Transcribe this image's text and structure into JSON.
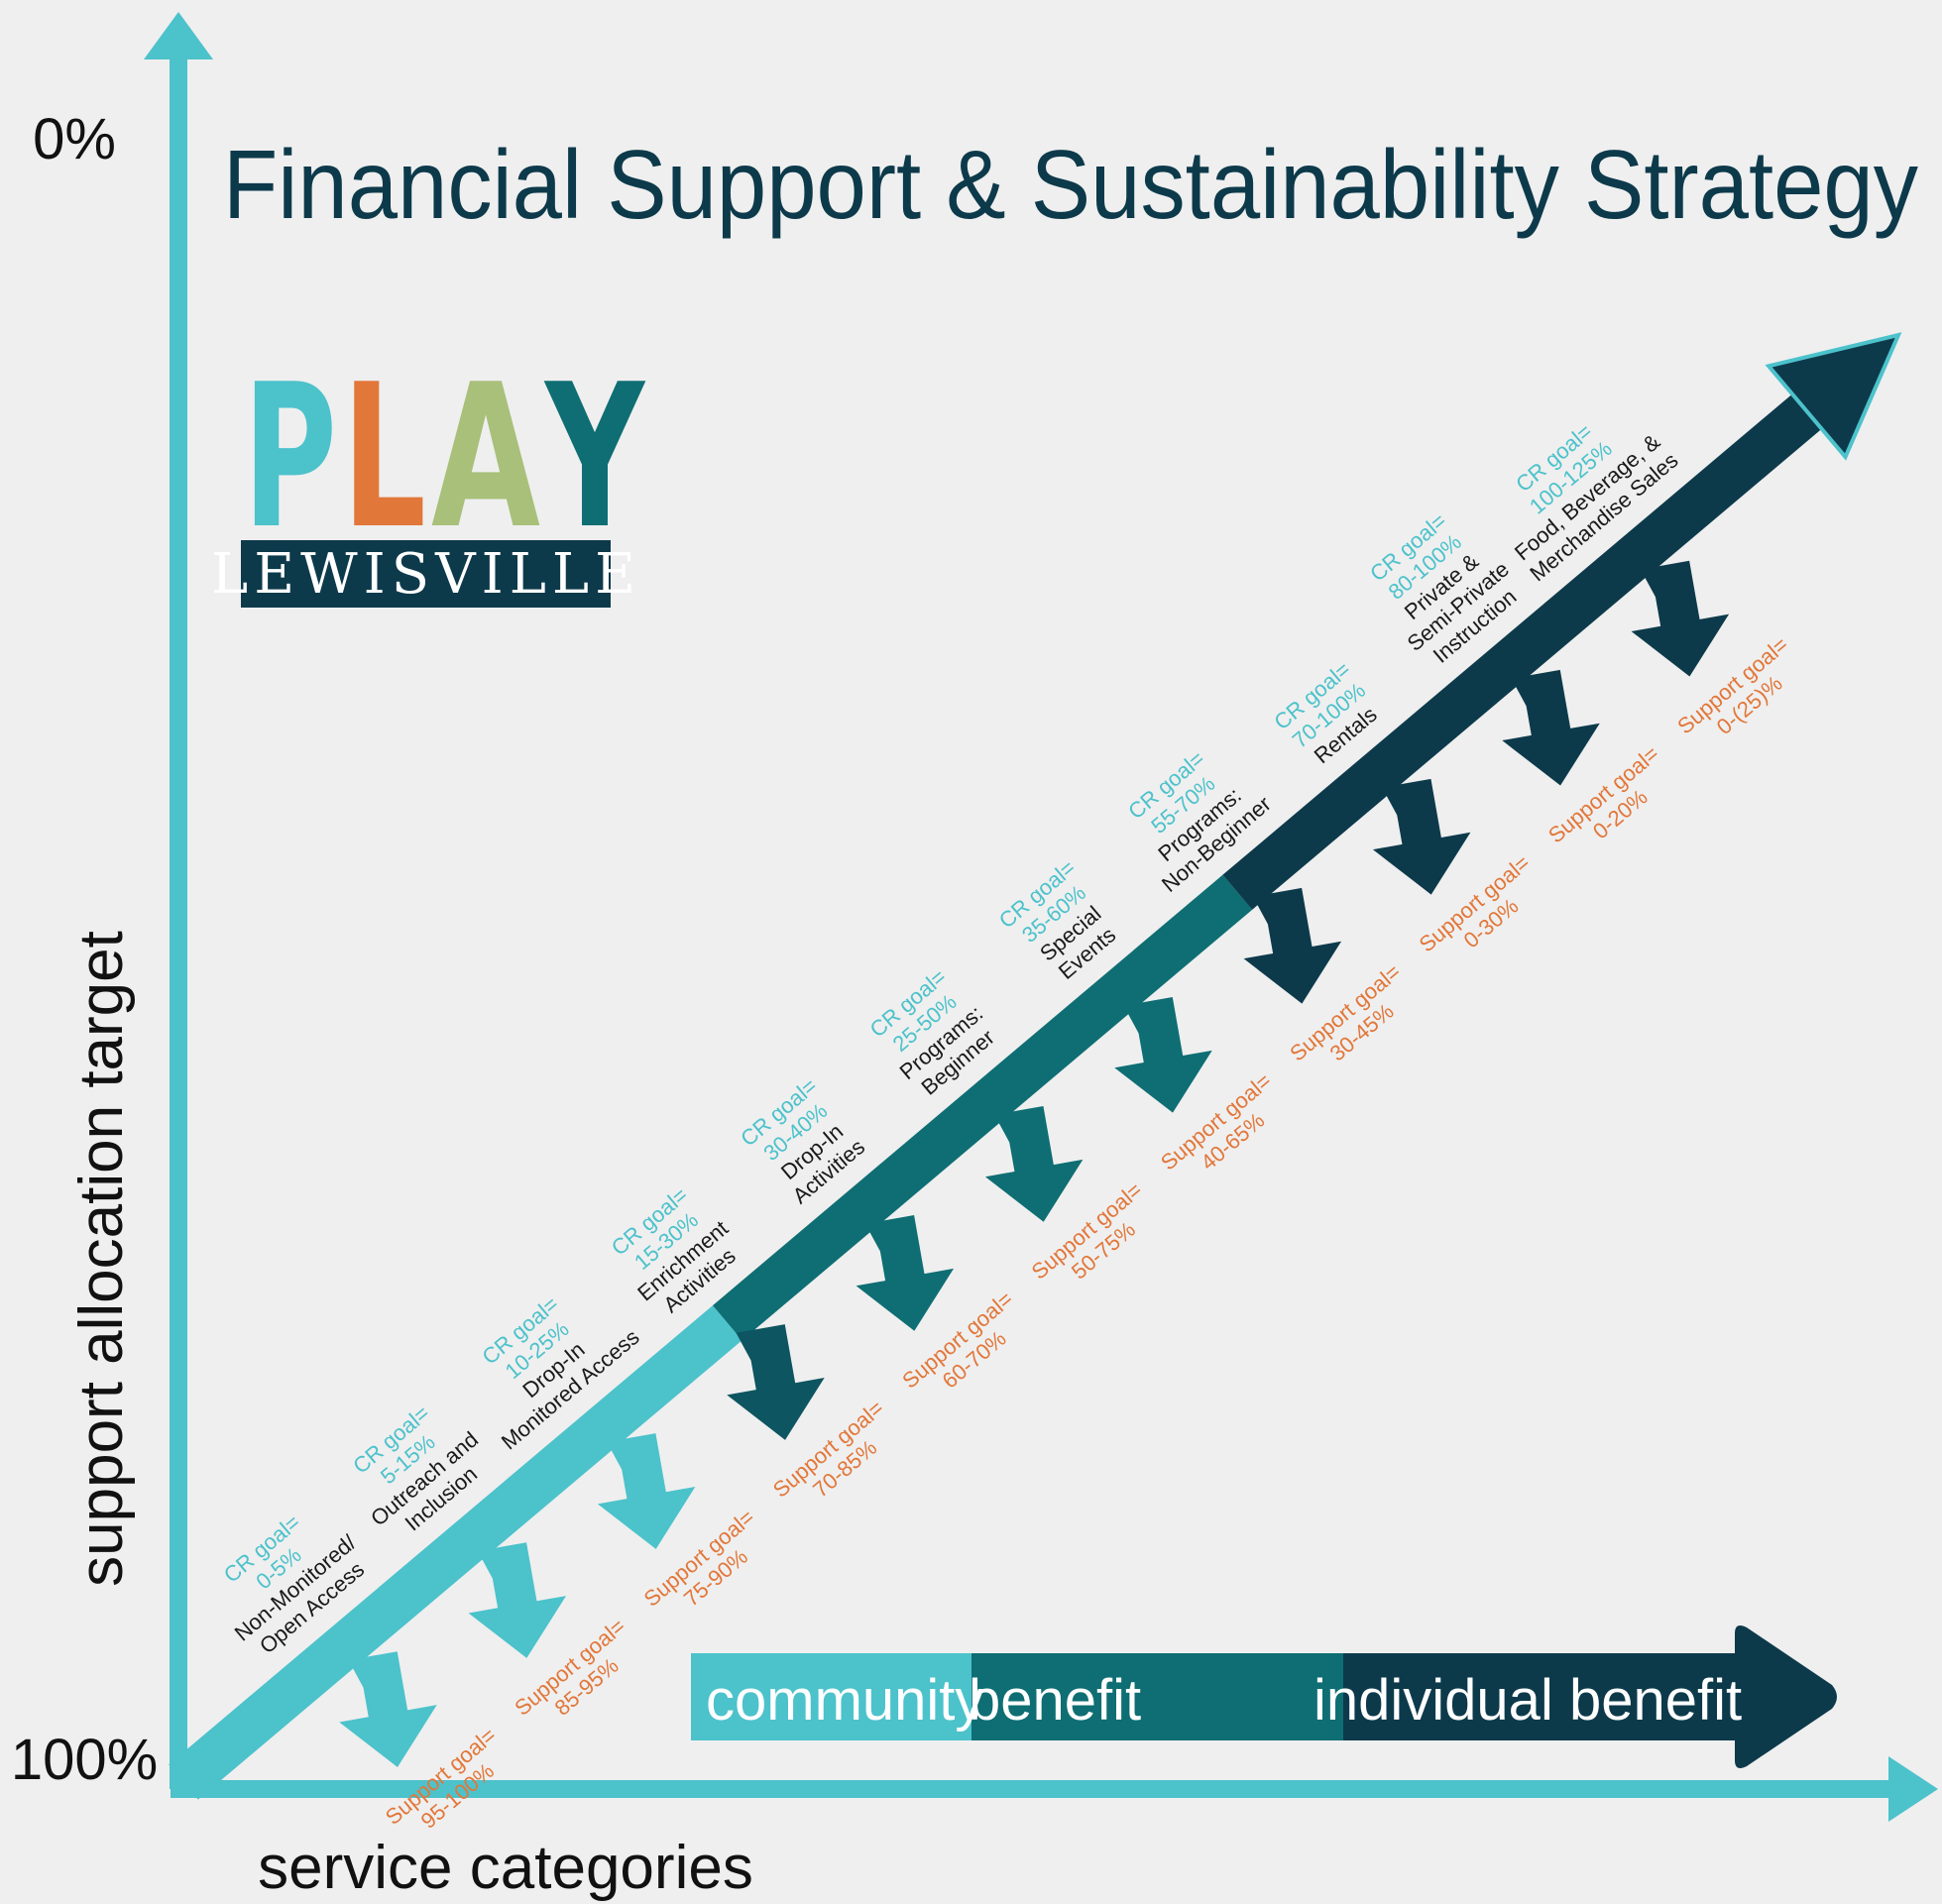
{
  "title": "Financial Support & Sustainability Strategy",
  "axes": {
    "y_top_label": "0%",
    "y_bottom_label": "100%",
    "y_axis_title": "support allocation target",
    "x_axis_title": "service categories"
  },
  "logo": {
    "letters": [
      "P",
      "L",
      "A",
      "Y"
    ],
    "letter_colors": [
      "#4cc2cb",
      "#e2773a",
      "#a8c07a",
      "#0e6e73"
    ],
    "subtitle": "LEWISVILLE"
  },
  "banner": {
    "community": "community",
    "benefit": "benefit",
    "individual": "individual benefit",
    "colors": [
      "#4cc2cb",
      "#0e6e73",
      "#0d3a4b"
    ]
  },
  "colors": {
    "axis": "#4cc2cb",
    "cr_text": "#4cc2cb",
    "support_text": "#e2773a",
    "title": "#0d3a4b"
  },
  "tiers": [
    {
      "category": [
        "Non-Monitored/",
        "Open Access"
      ],
      "cr": [
        "CR goal=",
        "0-5%"
      ],
      "support": [
        "Support goal=",
        "95-100%"
      ],
      "color": "#4cc2cb"
    },
    {
      "category": [
        "Outreach and",
        "Inclusion"
      ],
      "cr": [
        "CR goal=",
        "5-15%"
      ],
      "support": [
        "Support goal=",
        "85-95%"
      ],
      "color": "#4cc2cb"
    },
    {
      "category": [
        "Drop-In",
        "Monitored Access"
      ],
      "cr": [
        "CR goal=",
        "10-25%"
      ],
      "support": [
        "Support goal=",
        "75-90%"
      ],
      "color": "#4cc2cb"
    },
    {
      "category": [
        "Enrichment",
        "Activities"
      ],
      "cr": [
        "CR goal=",
        "15-30%"
      ],
      "support": [
        "Support goal=",
        "70-85%"
      ],
      "color": "#0d5560"
    },
    {
      "category": [
        "Drop-In",
        "Activities"
      ],
      "cr": [
        "CR goal=",
        "30-40%"
      ],
      "support": [
        "Support goal=",
        "60-70%"
      ],
      "color": "#0e6e73"
    },
    {
      "category": [
        "Programs:",
        "Beginner"
      ],
      "cr": [
        "CR goal=",
        "25-50%"
      ],
      "support": [
        "Support goal=",
        "50-75%"
      ],
      "color": "#0e6e73"
    },
    {
      "category": [
        "Special",
        "Events"
      ],
      "cr": [
        "CR goal=",
        "35-60%"
      ],
      "support": [
        "Support goal=",
        "40-65%"
      ],
      "color": "#0e6e73"
    },
    {
      "category": [
        "Programs:",
        "Non-Beginner"
      ],
      "cr": [
        "CR goal=",
        "55-70%"
      ],
      "support": [
        "Support goal=",
        "30-45%"
      ],
      "color": "#0d3a4b"
    },
    {
      "category": [
        "Rentals"
      ],
      "cr": [
        "CR goal=",
        "70-100%"
      ],
      "support": [
        "Support goal=",
        "0-30%"
      ],
      "color": "#0d3a4b"
    },
    {
      "category": [
        "Private &",
        "Semi-Private",
        "Instruction"
      ],
      "cr": [
        "CR goal=",
        "80-100%"
      ],
      "support": [
        "Support goal=",
        "0-20%"
      ],
      "color": "#0d3a4b"
    },
    {
      "category": [
        "Food, Beverage, &",
        "Merchandise Sales"
      ],
      "cr": [
        "CR goal=",
        "100-125%"
      ],
      "support": [
        "Support goal=",
        "0-(25)%"
      ],
      "color": "#0d3a4b"
    }
  ]
}
